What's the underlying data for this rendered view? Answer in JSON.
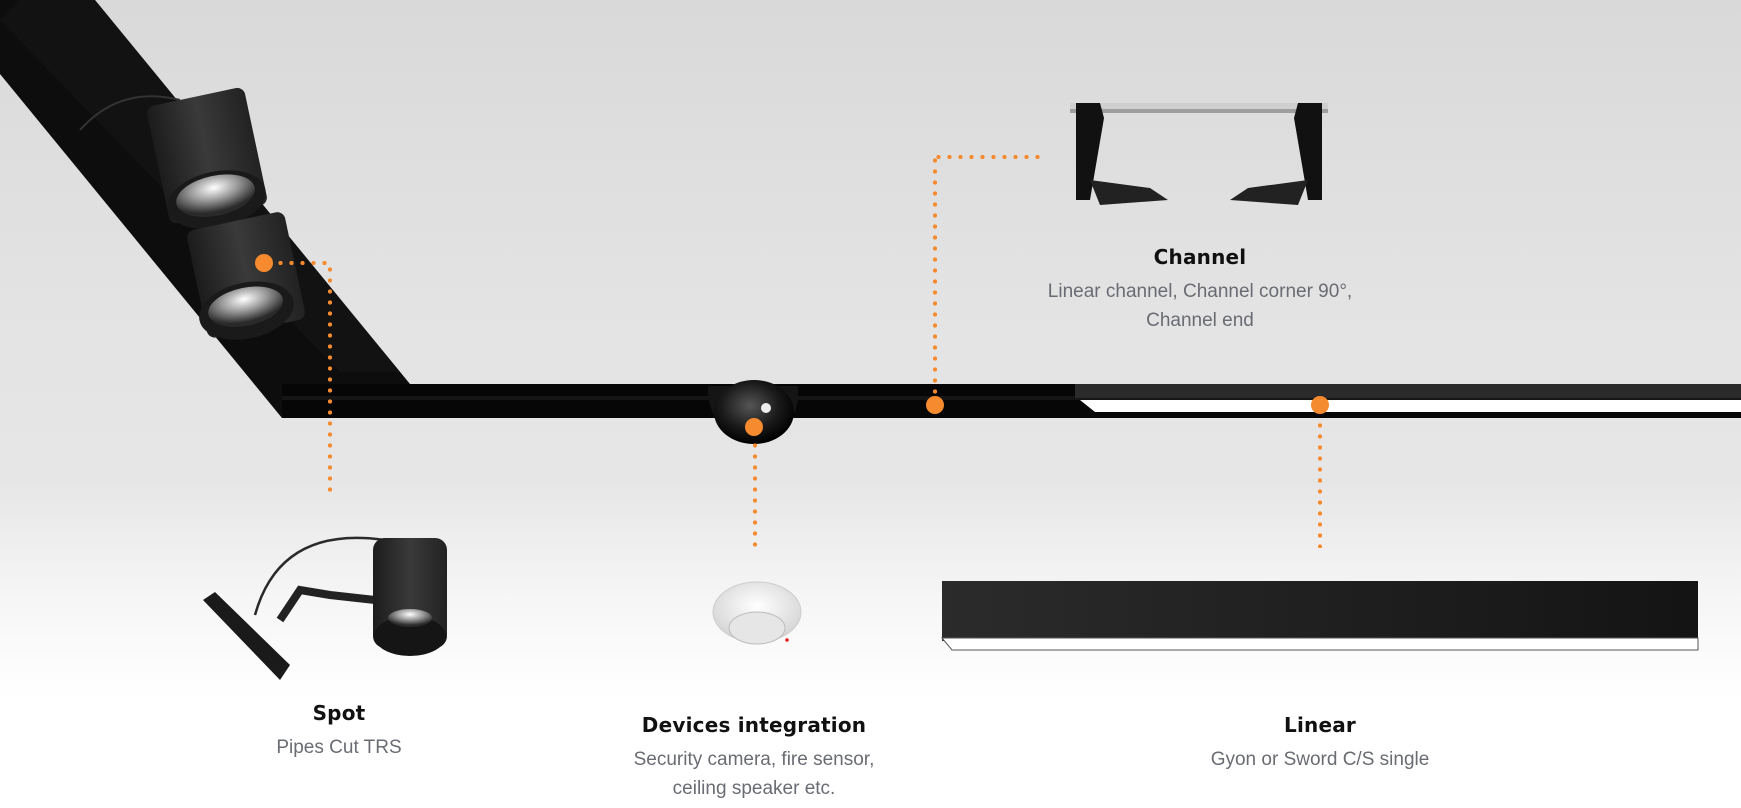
{
  "accent_color": "#f58a2e",
  "products": [
    {
      "id": "spot",
      "title": "Spot",
      "description_lines": [
        "Pipes Cut TRS"
      ]
    },
    {
      "id": "devices",
      "title": "Devices integration",
      "description_lines": [
        "Security camera, fire sensor,",
        "ceiling speaker etc."
      ]
    },
    {
      "id": "linear",
      "title": "Linear",
      "description_lines": [
        "Gyon or Sword C/S single"
      ]
    },
    {
      "id": "channel",
      "title": "Channel",
      "description_lines": [
        "Linear channel, Channel corner 90°,",
        "Channel end"
      ]
    }
  ]
}
